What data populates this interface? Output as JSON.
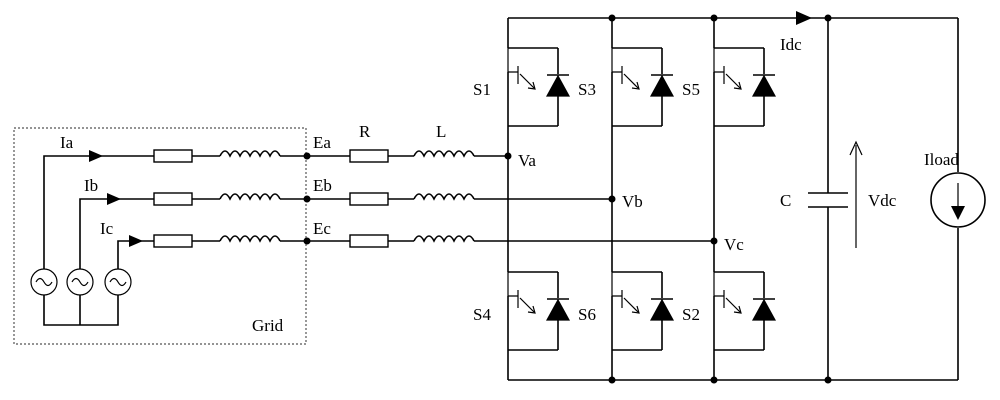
{
  "labels": {
    "grid": "Grid",
    "ia": "Ia",
    "ib": "Ib",
    "ic": "Ic",
    "ea": "Ea",
    "eb": "Eb",
    "ec": "Ec",
    "r": "R",
    "l": "L",
    "va": "Va",
    "vb": "Vb",
    "vc": "Vc",
    "s1": "S1",
    "s3": "S3",
    "s5": "S5",
    "s4": "S4",
    "s6": "S6",
    "s2": "S2",
    "idc": "Idc",
    "c": "C",
    "vdc": "Vdc",
    "iload": "Iload"
  }
}
